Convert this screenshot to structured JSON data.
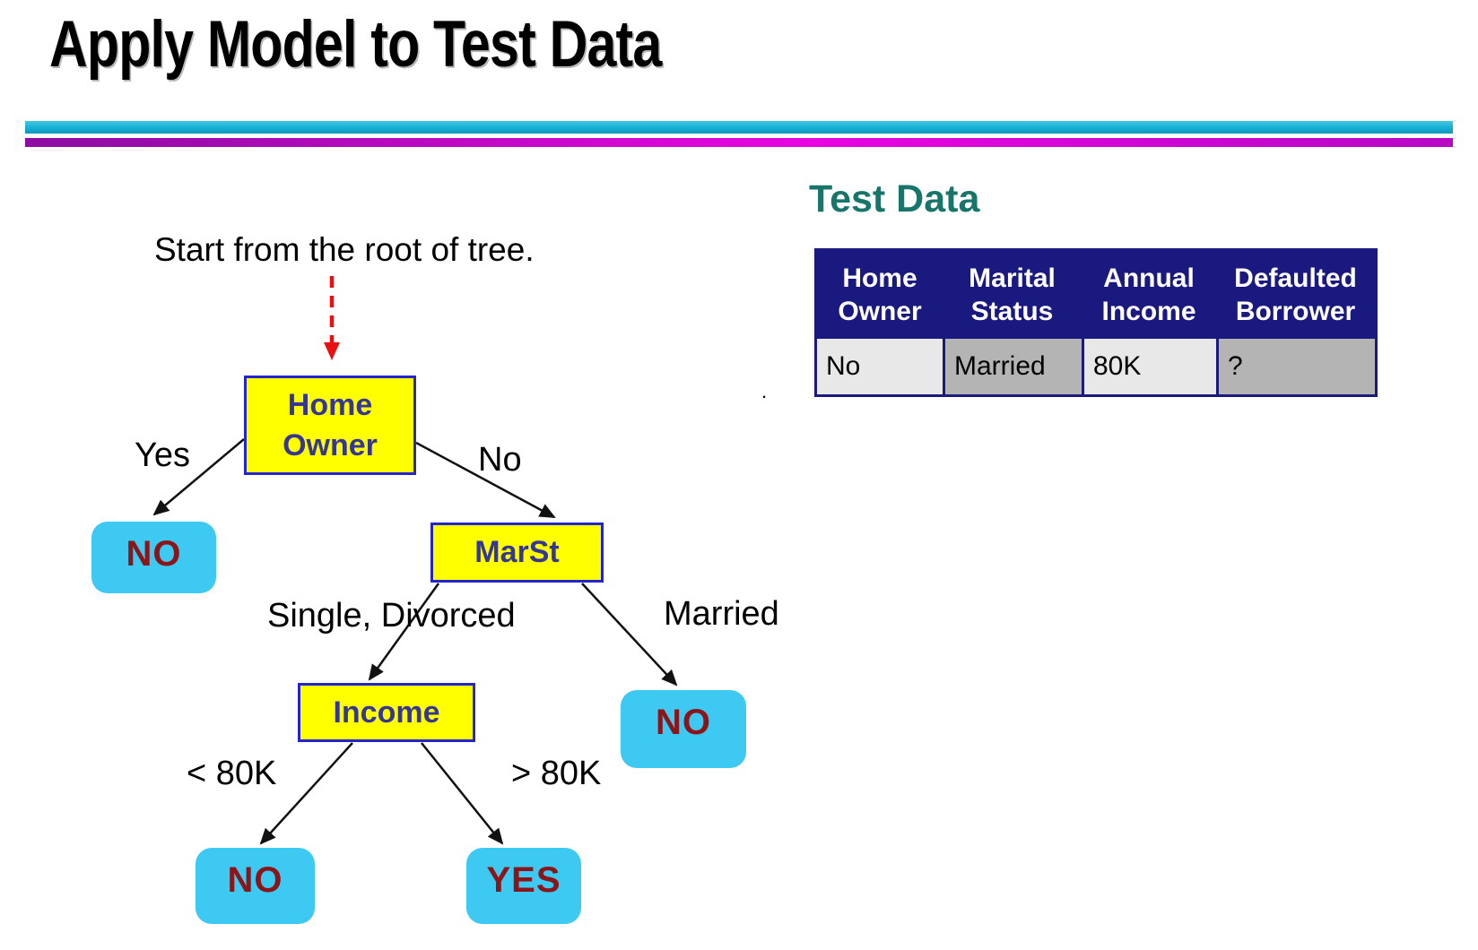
{
  "slide": {
    "title": "Apply Model to Test Data",
    "instruction": "Start from the root of tree."
  },
  "tree": {
    "nodes": {
      "home_owner": "Home Owner",
      "marst": "MarSt",
      "income": "Income"
    },
    "leaves": {
      "yes_branch": "NO",
      "married_branch": "NO",
      "lt_80k_branch": "NO",
      "gt_80k_branch": "YES"
    },
    "edge_labels": {
      "yes": "Yes",
      "no": "No",
      "single_divorced": "Single, Divorced",
      "married": "Married",
      "lt_80k": "< 80K",
      "gt_80k": "> 80K"
    }
  },
  "test_data": {
    "heading": "Test Data",
    "columns": [
      "Home Owner",
      "Marital Status",
      "Annual Income",
      "Defaulted Borrower"
    ],
    "row": [
      "No",
      "Married",
      "80K",
      "?"
    ],
    "stray_mark": "."
  },
  "colors": {
    "decision_fill": "#ffff00",
    "decision_border": "#2525cd",
    "decision_text": "#363695",
    "leaf_fill": "#3ec9f2",
    "leaf_text": "#8b1518",
    "table_header_bg": "#191980",
    "table_header_text": "#ffffff",
    "cell_light": "#e8e8e8",
    "cell_dark": "#b4b4b4",
    "heading_teal": "#17756a",
    "rule_cyan": "#18afd4",
    "rule_magenta": "#e805e0",
    "arrow_red": "#e81010",
    "edge_black": "#111111"
  }
}
